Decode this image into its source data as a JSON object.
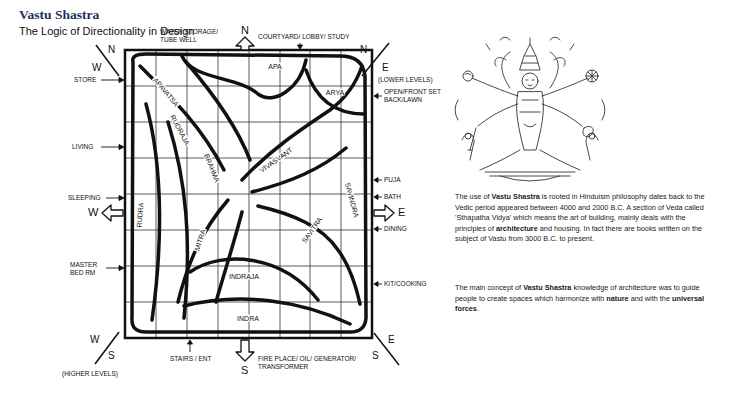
{
  "diagram": {
    "title": "Vastu Shastra",
    "labels": [
      "The Logic of Directionality in Design",
      "N",
      "W",
      "N",
      "N",
      "E",
      "WATER STORAGE/ TUBE WELL",
      "COURTYARD/ LOBBY/ STUDY",
      "(LOWER LEVELS)",
      "OPEN/FRONT SET BACK/LAWN",
      "STORE",
      "LIVING",
      "W",
      "SLEEPING",
      "MASTER BED RM",
      "PUJA",
      "BATH",
      "E",
      "DINING",
      "KIT/COOKING",
      "W",
      "S",
      "(HIGHER LEVELS)",
      "STAIRS / ENT",
      "FIRE PLACE/ OIL/ GENERATOR/ TRANSFORMER",
      "S",
      "S",
      "E",
      "APA",
      "ARYA",
      "APAVATSA",
      "RUDRAJA",
      "BRAHMA",
      "VIVASVANT",
      "SAVINDRA",
      "SAVITRA",
      "MITRA",
      "RUDRA",
      "INDRAJA",
      "INDRA",
      "The use of",
      "Vastu Shastra",
      "is rooted in Hinduism philosophy dates back to the Vedic period appeared between 4000 and 2000 B.C. A section of Veda called 'Sthapatha Vidya' which means the art of building, mainly deals with the principles of",
      "architecture",
      "and housing. In fact there are books written on the subject of Vastu from 3000 B.C. to present.",
      "The main concept of",
      "Vastu Shastra",
      "knowledge of architecture was to guide people to create spaces which harmonize with",
      "nature",
      "and with the",
      "universal forces",
      "."
    ]
  }
}
